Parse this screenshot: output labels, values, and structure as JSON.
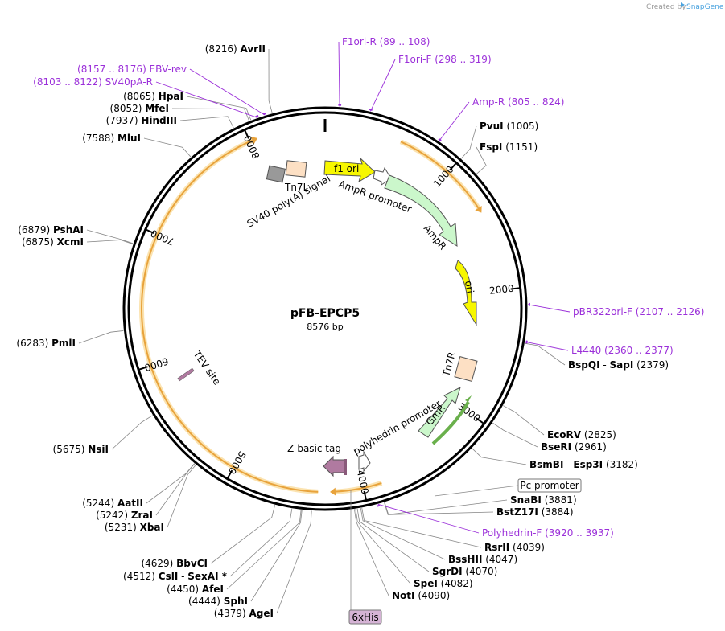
{
  "credit": {
    "text": "Created by",
    "brand": "SnapGene"
  },
  "plasmid": {
    "name": "pFB-EPCP5",
    "size_label": "8576 bp",
    "length": 8576
  },
  "ticks": [
    {
      "pos": 1000,
      "label": "1000"
    },
    {
      "pos": 2000,
      "label": "2000"
    },
    {
      "pos": 3000,
      "label": "3000"
    },
    {
      "pos": 4000,
      "label": "4000"
    },
    {
      "pos": 5000,
      "label": "5000"
    },
    {
      "pos": 6000,
      "label": "6000"
    },
    {
      "pos": 7000,
      "label": "7000"
    },
    {
      "pos": 8000,
      "label": "8000"
    }
  ],
  "sites_right": [
    {
      "name": "PvuI",
      "num": "(1005)",
      "pos": 1005
    },
    {
      "name": "FspI",
      "num": "(1151)",
      "pos": 1151
    },
    {
      "name": "BspQI",
      "name2": "SapI",
      "num": "(2379)",
      "pos": 2379
    },
    {
      "name": "EcoRV",
      "num": "(2825)",
      "pos": 2825
    },
    {
      "name": "BseRI",
      "num": "(2961)",
      "pos": 2961
    },
    {
      "name": "BsmBI",
      "name2": "Esp3I",
      "num": "(3182)",
      "pos": 3182
    },
    {
      "name": "SnaBI",
      "num": "(3881)",
      "pos": 3881
    },
    {
      "name": "BstZ17I",
      "num": "(3884)",
      "pos": 3884
    },
    {
      "name": "RsrII",
      "num": "(4039)",
      "pos": 4039
    },
    {
      "name": "BssHII",
      "num": "(4047)",
      "pos": 4047
    },
    {
      "name": "SgrDI",
      "num": "(4070)",
      "pos": 4070
    },
    {
      "name": "SpeI",
      "num": "(4082)",
      "pos": 4082
    },
    {
      "name": "NotI",
      "num": "(4090)",
      "pos": 4090
    }
  ],
  "sites_left": [
    {
      "name": "AvrII",
      "num": "(8216)",
      "pos": 8216
    },
    {
      "name": "HpaI",
      "num": "(8065)",
      "pos": 8065
    },
    {
      "name": "MfeI",
      "num": "(8052)",
      "pos": 8052
    },
    {
      "name": "HindIII",
      "num": "(7937)",
      "pos": 7937
    },
    {
      "name": "MluI",
      "num": "(7588)",
      "pos": 7588
    },
    {
      "name": "PshAI",
      "num": "(6879)",
      "pos": 6879
    },
    {
      "name": "XcmI",
      "num": "(6875)",
      "pos": 6875
    },
    {
      "name": "PmlI",
      "num": "(6283)",
      "pos": 6283
    },
    {
      "name": "NsiI",
      "num": "(5675)",
      "pos": 5675
    },
    {
      "name": "AatII",
      "num": "(5244)",
      "pos": 5244
    },
    {
      "name": "ZraI",
      "num": "(5242)",
      "pos": 5242
    },
    {
      "name": "XbaI",
      "num": "(5231)",
      "pos": 5231
    },
    {
      "name": "BbvCI",
      "num": "(4629)",
      "pos": 4629
    },
    {
      "name": "CslI",
      "name2": "SexAI *",
      "num": "(4512)",
      "pos": 4512
    },
    {
      "name": "AfeI",
      "num": "(4450)",
      "pos": 4450
    },
    {
      "name": "SphI",
      "num": "(4444)",
      "pos": 4444
    },
    {
      "name": "AgeI",
      "num": "(4379)",
      "pos": 4379
    }
  ],
  "primers": [
    {
      "name": "F1ori-R",
      "range": "(89 .. 108)",
      "pos": 98
    },
    {
      "name": "F1ori-F",
      "range": "(298 .. 319)",
      "pos": 308
    },
    {
      "name": "Amp-R",
      "range": "(805 .. 824)",
      "pos": 814
    },
    {
      "name": "pBR322ori-F",
      "range": "(2107 .. 2126)",
      "pos": 2116
    },
    {
      "name": "L4440",
      "range": "(2360 .. 2377)",
      "pos": 2368
    },
    {
      "name": "Polyhedrin-F",
      "range": "(3920 .. 3937)",
      "pos": 3928
    },
    {
      "name": "EBV-rev",
      "range": "(8157 .. 8176)",
      "pos": 8166
    },
    {
      "name": "SV40pA-R",
      "range": "(8103 .. 8122)",
      "pos": 8112
    }
  ],
  "features": {
    "f1_ori": "f1 ori",
    "ampr_promoter": "AmpR promoter",
    "ampr": "AmpR",
    "ori": "ori",
    "tn7r": "Tn7R",
    "gmr": "GmR",
    "polyhedrin_promoter": "polyhedrin promoter",
    "z_basic_tag": "Z-basic tag",
    "tev_site": "TEV site",
    "sv40_polya": "SV40 poly(A) signal",
    "tn7l": "Tn7L",
    "pc_promoter": "Pc promoter",
    "his_tag": "6xHis"
  },
  "colors": {
    "primer": "#9b30d9",
    "orf_orange": "#e8a33c",
    "f1_ori": "#f7f700",
    "ori": "#f7f700",
    "ampr": "#cbf7cb",
    "tn7": "#fde0c4",
    "sv40": "#999999",
    "zbasic": "#b07aa0",
    "his_box": "#d5b3d5",
    "brand": "#4aa3df"
  }
}
